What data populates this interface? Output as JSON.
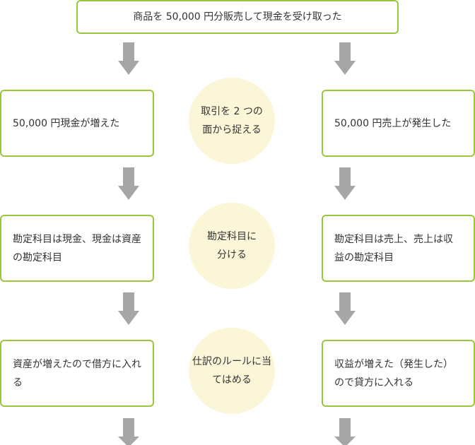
{
  "top_box": {
    "text": "商品を 50,000 円分販売して現金を受け取った"
  },
  "left_column": [
    {
      "text": "50,000 円現金が増えた"
    },
    {
      "text": "勘定科目は現金、現金は資産の勘定科目"
    },
    {
      "text": "資産が増えたので借方に入れる"
    }
  ],
  "center_labels": [
    {
      "text": "取引を 2 つの面から捉える"
    },
    {
      "text": "勘定科目に分ける"
    },
    {
      "text": "仕訳のルールに当てはめる"
    }
  ],
  "right_column": [
    {
      "text": "50,000 円売上が発生した"
    },
    {
      "text": "勘定科目は売上、売上は収益の勘定科目"
    },
    {
      "text": "収益が増えた（発生した）ので貸方に入れる"
    }
  ],
  "colors": {
    "border": "#9bc63c",
    "circle": "#fcf6d8",
    "arrow": "#a6a6a6",
    "text": "#333333"
  }
}
